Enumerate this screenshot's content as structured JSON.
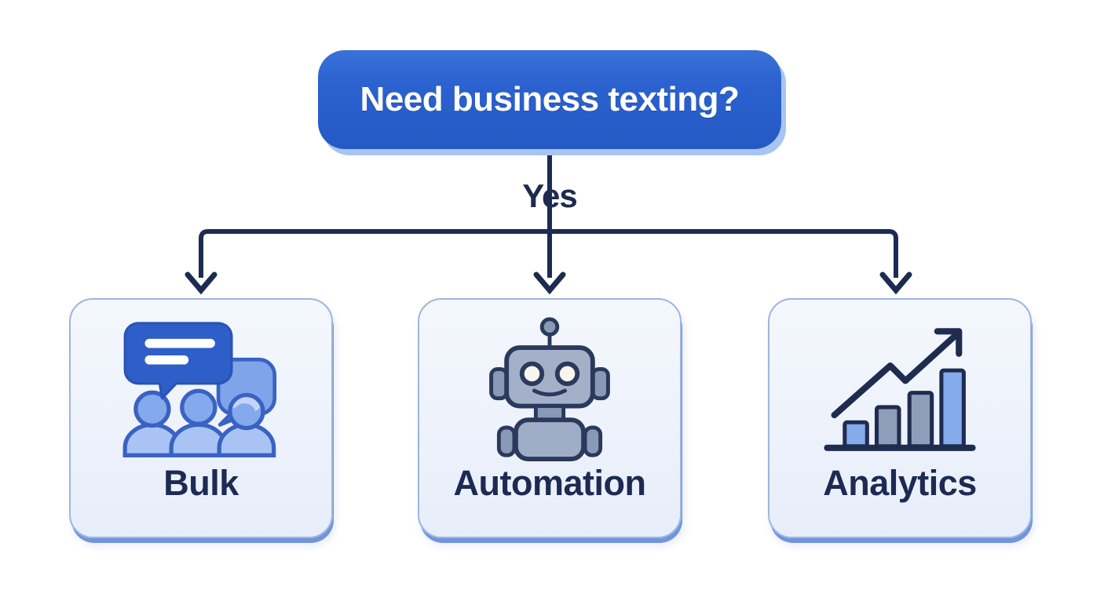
{
  "diagram": {
    "root_label": "Need business texting?",
    "edge_label": "Yes",
    "branches": [
      {
        "label": "Bulk",
        "icon": "group-chat-icon"
      },
      {
        "label": "Automation",
        "icon": "robot-icon"
      },
      {
        "label": "Analytics",
        "icon": "growth-bar-chart-icon"
      }
    ],
    "colors": {
      "root_fill": "#2b62cf",
      "root_shadow": "#a8c4f2",
      "root_text": "#ffffff",
      "connector": "#1e2b50",
      "label_text": "#1d2a52",
      "card_border": "#9db5e0",
      "card_shadow": "#7194dc",
      "bubble_dark": "#2e5ec8",
      "bubble_light": "#7fa4e9",
      "person_head": "#84a9ec",
      "person_body": "#a9c4f4",
      "icon_outline_blue": "#3a62c4",
      "robot_light": "#a3b0c8",
      "robot_mid": "#8a99b5",
      "robot_outline": "#2b3a5c",
      "bar_blue": "#85abec",
      "bar_gray": "#8e9db9"
    }
  }
}
